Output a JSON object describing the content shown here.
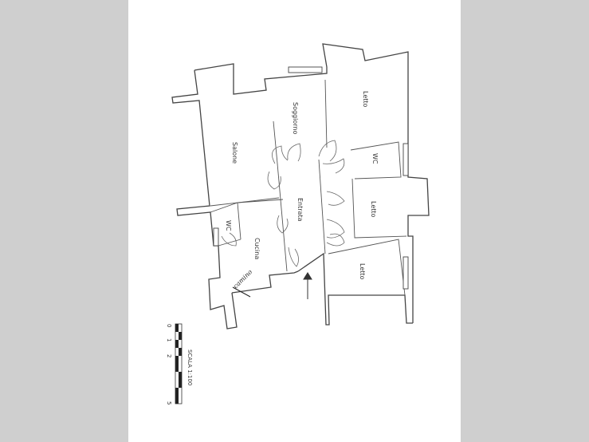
{
  "rooms": {
    "salone": "Salone",
    "soggiorno": "Soggiorno",
    "letto_top": "Letto",
    "wc_top": "WC",
    "entrata": "Entrata",
    "letto_mid": "Letto",
    "wc_left": "WC",
    "cucina": "Cucina",
    "letto_bottom": "Letto"
  },
  "annotation": "camino",
  "scale": {
    "label": "SCALA 1:100",
    "ticks": [
      "0",
      "1",
      "2",
      "5"
    ]
  }
}
